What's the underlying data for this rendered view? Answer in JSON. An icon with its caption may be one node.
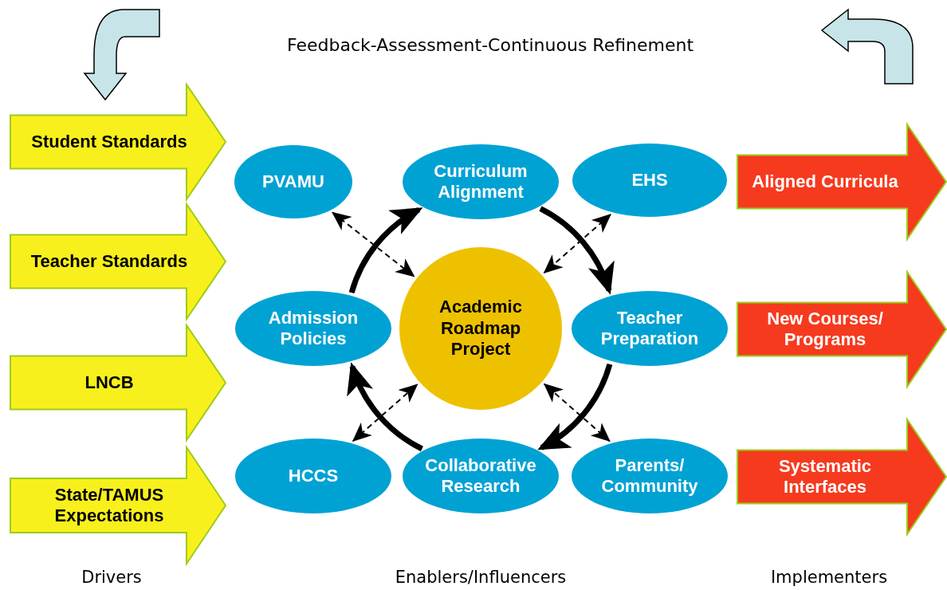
{
  "diagram": {
    "title": "Feedback-Assessment-Continuous Refinement",
    "nodes": [
      {
        "text": [
          "Student Standards"
        ]
      },
      {
        "text": [
          "Teacher Standards"
        ]
      },
      {
        "text": [
          "LNCB"
        ]
      },
      {
        "text": [
          "State/TAMUS Expectations"
        ]
      },
      {
        "text": [
          "PVAMU"
        ]
      },
      {
        "text": [
          "Curriculum Alignment"
        ]
      },
      {
        "text": [
          "EHS"
        ]
      },
      {
        "text": [
          "Admission Policies"
        ]
      },
      {
        "text": [
          "Academic Roadmap Project"
        ]
      },
      {
        "text": [
          "Teacher Preparation"
        ]
      },
      {
        "text": [
          "HCCS"
        ]
      },
      {
        "text": [
          "Collaborative Research"
        ]
      },
      {
        "text": [
          "Parents/ Community"
        ]
      },
      {
        "text": [
          "Aligned Curricula"
        ]
      },
      {
        "text": [
          "New Courses/ Programs"
        ]
      },
      {
        "text": [
          "Systematic Interfaces"
        ]
      }
    ],
    "edges": [
      {
        "from": 5,
        "to": 9,
        "arrow": "to",
        "style": "thick"
      },
      {
        "from": 9,
        "to": 11,
        "arrow": "to",
        "style": "thick"
      },
      {
        "from": 11,
        "to": 7,
        "arrow": "to",
        "style": "thick"
      },
      {
        "from": 7,
        "to": 5,
        "arrow": "to",
        "style": "thick"
      },
      {
        "from": 4,
        "to": 8,
        "arrow": "both",
        "style": "dashed"
      },
      {
        "from": 6,
        "to": 8,
        "arrow": "both",
        "style": "dashed"
      },
      {
        "from": 10,
        "to": 8,
        "arrow": "both",
        "style": "dashed"
      },
      {
        "from": 12,
        "to": 8,
        "arrow": "both",
        "style": "dashed"
      }
    ],
    "labels": [
      "Drivers",
      "Enablers/Influencers",
      "Implementers"
    ]
  }
}
